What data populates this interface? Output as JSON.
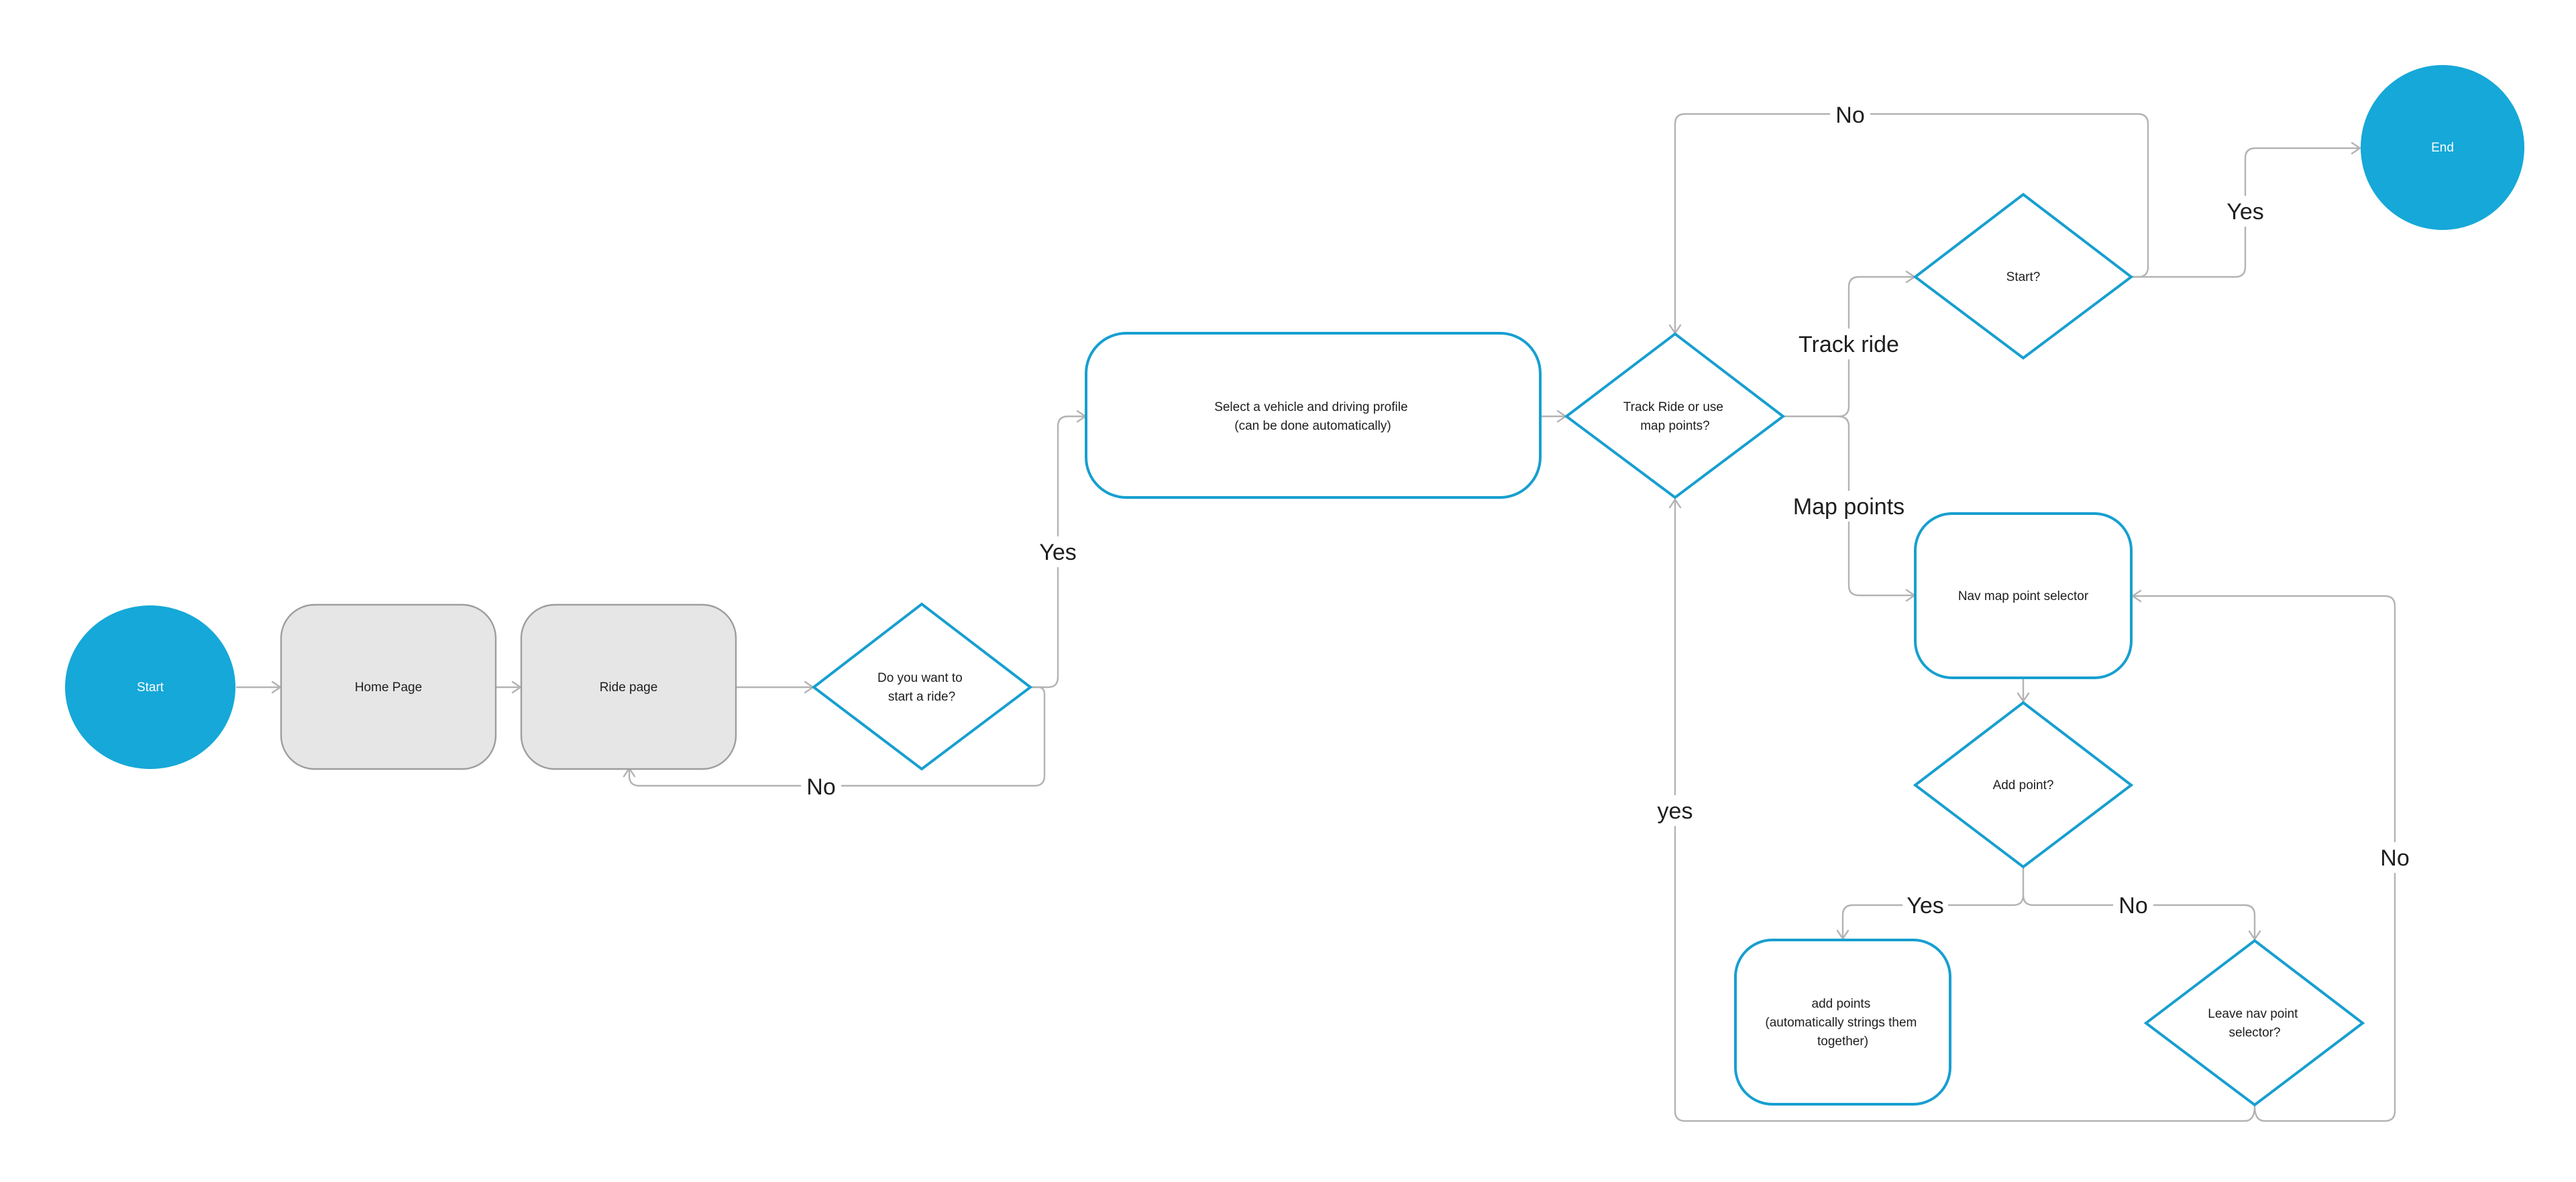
{
  "diagram": {
    "colors": {
      "terminal_fill": "#15a8d8",
      "page_fill": "#e6e6e6",
      "page_stroke": "#9e9e9e",
      "process_stroke": "#179fd0",
      "connector": "#b3b3b3",
      "text": "#1e1e1e"
    },
    "nodes": {
      "start": {
        "lines": [
          "Start"
        ]
      },
      "home_page": {
        "lines": [
          "Home Page"
        ]
      },
      "ride_page": {
        "lines": [
          "Ride page"
        ]
      },
      "want_ride": {
        "lines": [
          "Do you want to",
          "start a ride?"
        ]
      },
      "select_vehicle": {
        "lines": [
          "Select a vehicle and driving profile",
          "(can be done automatically)"
        ]
      },
      "track_or_map": {
        "lines": [
          "Track Ride or use",
          "map points?"
        ]
      },
      "start_q": {
        "lines": [
          "Start?"
        ]
      },
      "end": {
        "lines": [
          "End"
        ]
      },
      "nav_selector": {
        "lines": [
          "Nav map point selector"
        ]
      },
      "add_point": {
        "lines": [
          "Add point?"
        ]
      },
      "add_points": {
        "lines": [
          "add points",
          "(automatically strings them",
          "together)"
        ]
      },
      "leave_nav": {
        "lines": [
          "Leave nav point",
          "selector?"
        ]
      }
    },
    "edge_labels": {
      "ride_yes": "Yes",
      "ride_no": "No",
      "track_ride": "Track ride",
      "map_points": "Map points",
      "start_no": "No",
      "start_yes": "Yes",
      "loop_yes": "yes",
      "add_yes": "Yes",
      "add_no": "No",
      "leave_no": "No"
    }
  }
}
